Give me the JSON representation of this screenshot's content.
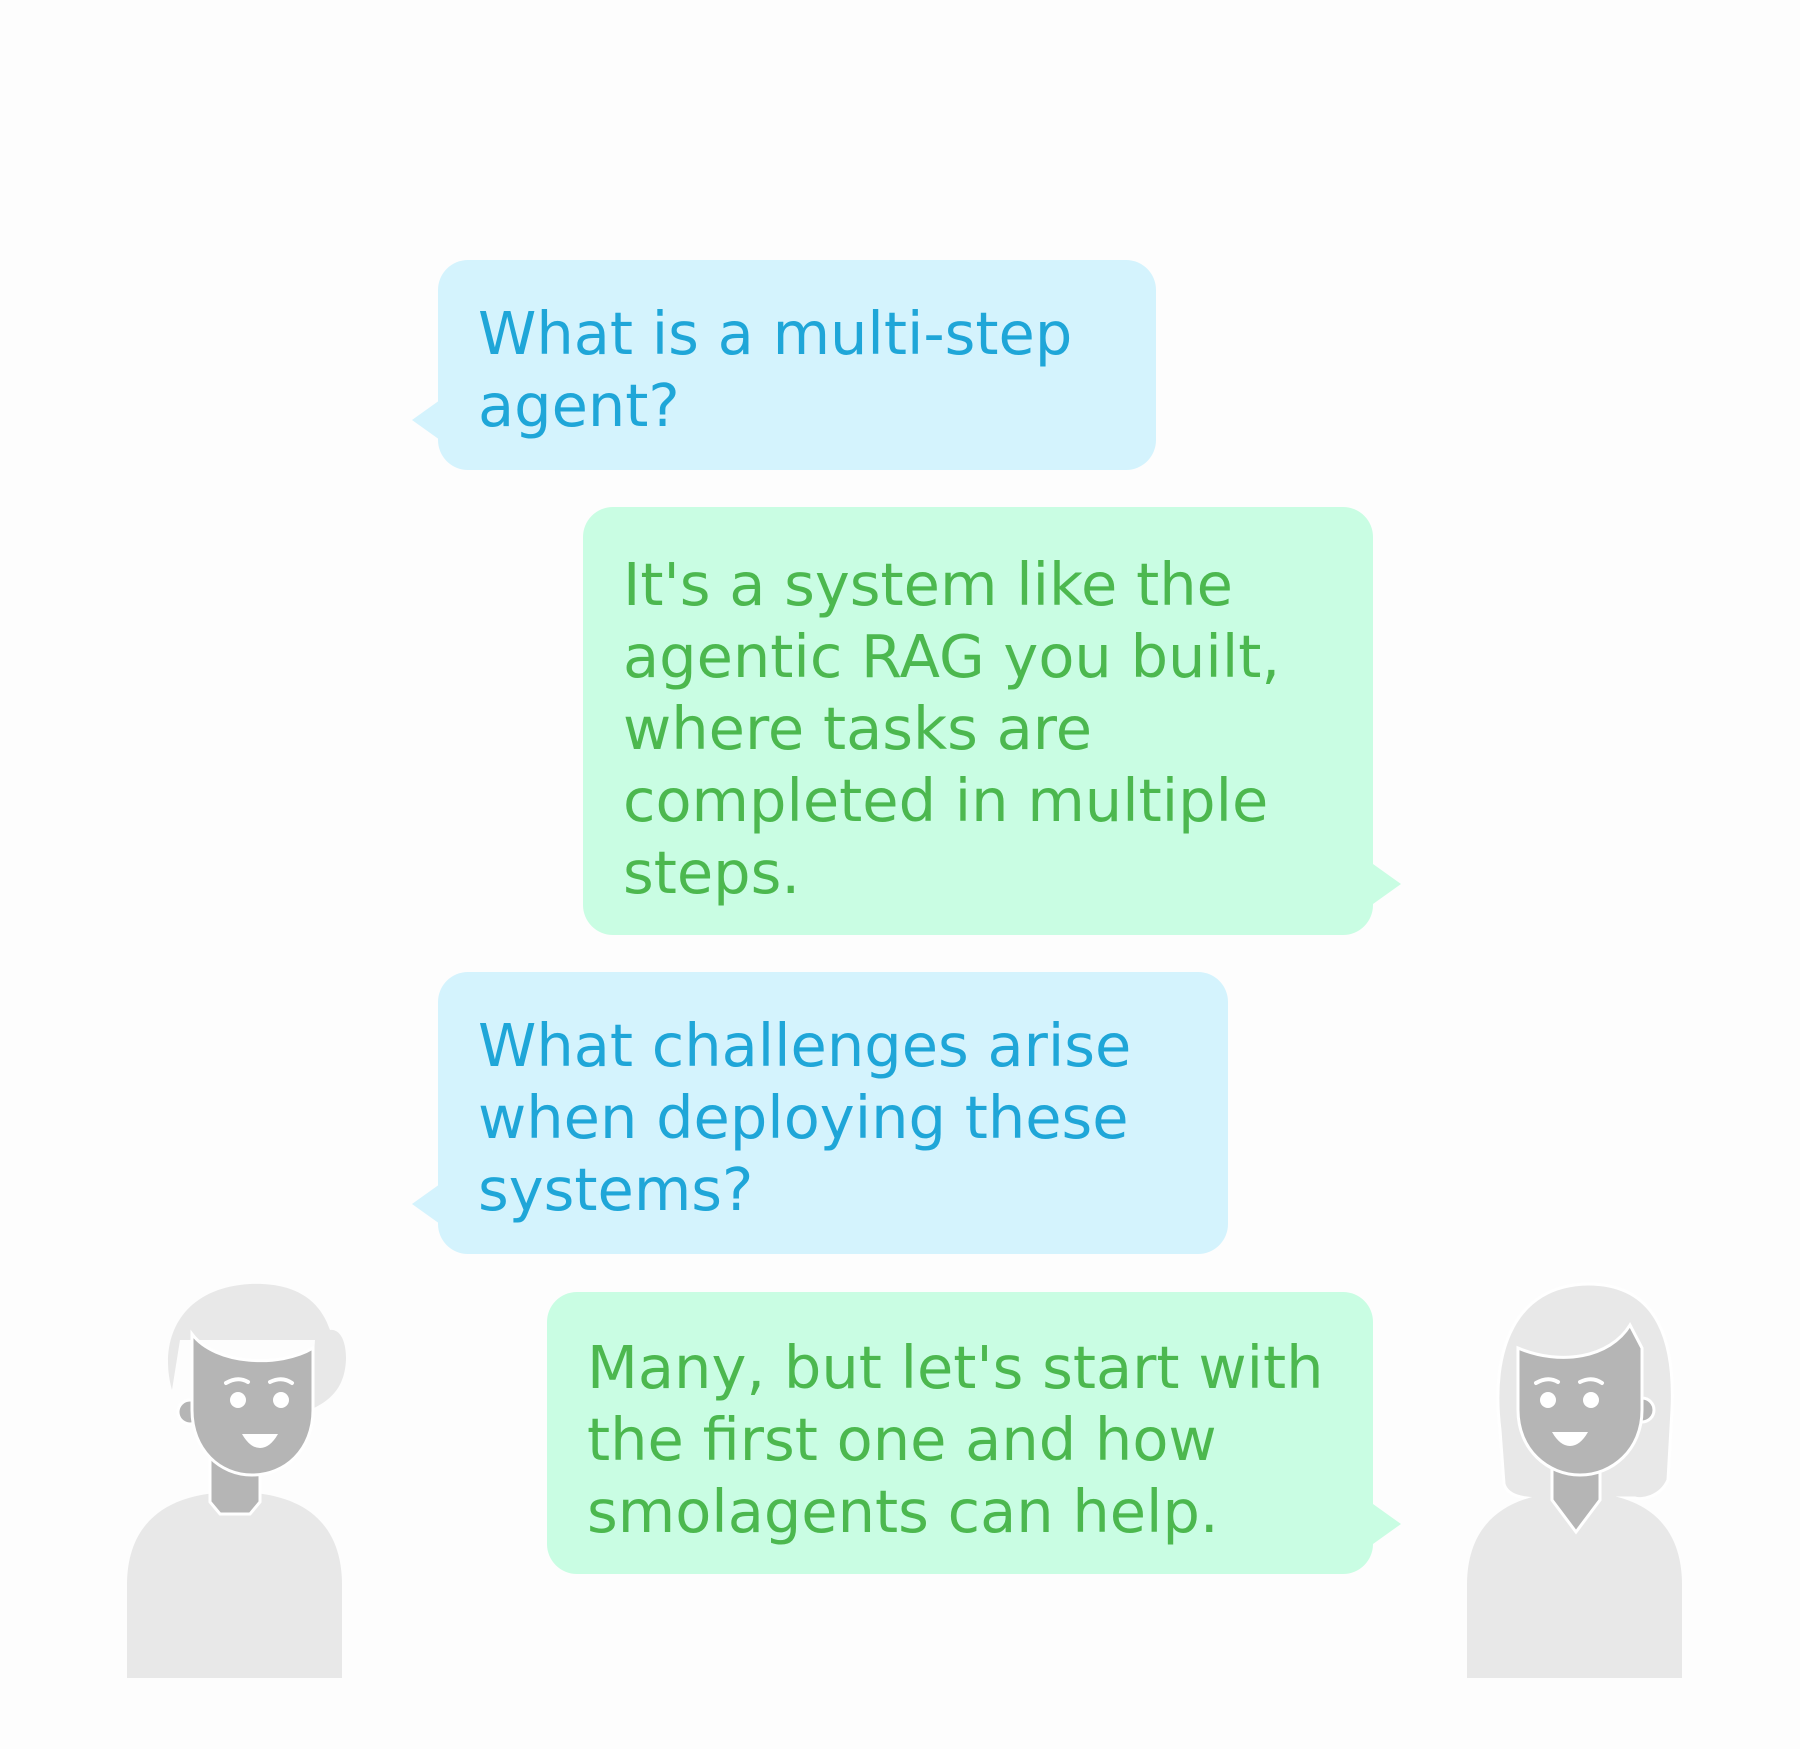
{
  "conversation": {
    "messages": [
      {
        "speaker": "left",
        "text": "What is a multi-step\nagent?"
      },
      {
        "speaker": "right",
        "text": "It's a system like the\nagentic RAG you built,\nwhere tasks are\ncompleted in multiple\nsteps."
      },
      {
        "speaker": "left",
        "text": "What challenges arise\nwhen deploying these\nsystems?"
      },
      {
        "speaker": "right",
        "text": "Many, but let's start with\nthe first one and how\nsmolagents can help."
      }
    ]
  },
  "colors": {
    "question_bubble": "#d4f3fd",
    "question_text": "#1fa6d8",
    "answer_bubble": "#c9fde3",
    "answer_text": "#4cb84f",
    "figure_light": "#e8e8e8",
    "figure_dark": "#b5b5b5"
  },
  "icons": [
    "man-avatar-icon",
    "woman-avatar-icon"
  ]
}
